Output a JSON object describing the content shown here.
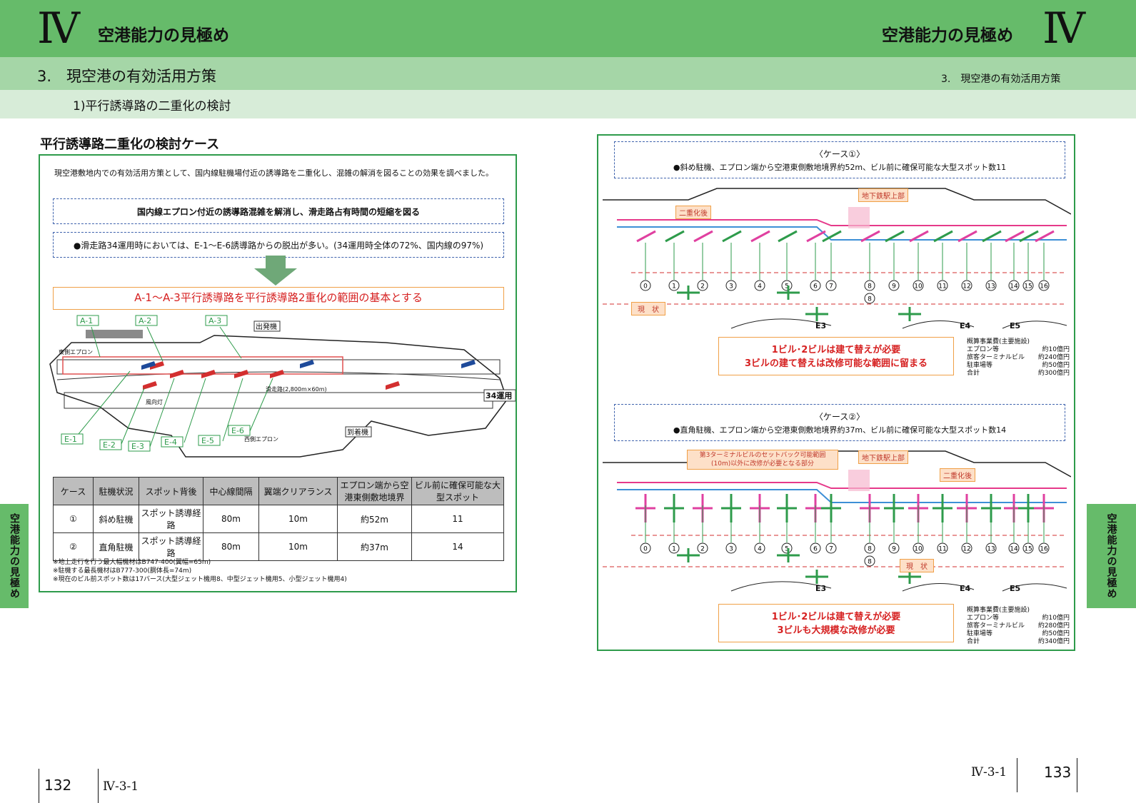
{
  "header": {
    "roman_left": "Ⅳ",
    "title_left": "空港能力の見極め",
    "title_right": "空港能力の見極め",
    "roman_right": "Ⅳ"
  },
  "section": {
    "title": "3.　現空港の有効活用方策",
    "title_right": "3.　現空港の有効活用方策"
  },
  "subsection": {
    "title": "1)平行誘導路の二重化の検討"
  },
  "side_tabs": {
    "left": "空港能力の見極め",
    "right": "空港能力の見極め"
  },
  "left": {
    "heading": "平行誘導路二重化の検討ケース",
    "intro": "現空港敷地内での有効活用方策として、国内線駐機場付近の誘導路を二重化し、混雑の解消を図ることの効果を調べました。",
    "goal": "国内線エプロン付近の誘導路混雑を解消し、滑走路占有時間の短縮を図る",
    "fact": "●滑走路34運用時においては、E-1～E-6誘導路からの脱出が多い。(34運用時全体の72%、国内線の97%)",
    "basis": "A-1～A-3平行誘導路を平行誘導路2重化の範囲の基本とする",
    "map": {
      "a1": "A-1",
      "a2": "A-2",
      "a3": "A-3",
      "e1": "E-1",
      "e2": "E-2",
      "e3": "E-3",
      "e4": "E-4",
      "e5": "E-5",
      "e6": "E-6",
      "departure": "出発機",
      "arrival": "到着機",
      "east_apron": "東側エプロン",
      "west_apron": "西側エプロン",
      "runway": "滑走路(2,800m×60m)",
      "op34": "34運用",
      "windsock": "風向灯"
    },
    "table": {
      "headers": [
        "ケース",
        "駐機状況",
        "スポット背後",
        "中心線間隔",
        "翼端クリアランス",
        "エプロン端から空港東側敷地境界",
        "ビル前に確保可能な大型スポット"
      ],
      "rows": [
        [
          "①",
          "斜め駐機",
          "スポット誘導経路",
          "80m",
          "10m",
          "約52m",
          "11"
        ],
        [
          "②",
          "直角駐機",
          "スポット誘導経路",
          "80m",
          "10m",
          "約37m",
          "14"
        ]
      ]
    },
    "notes": [
      "※地上走行を行う最大幅機材はB747-400(翼幅=65m)",
      "※駐機する最長機材はB777-300(胴体長=74m)",
      "※現在のビル前スポット数は17バース(大型ジェット機用8、中型ジェット機用5、小型ジェット機用4)"
    ]
  },
  "right": {
    "case1": {
      "title": "〈ケース①〉",
      "desc": "●斜め駐機、エプロン端から空港東側敷地境界約52m、ビル前に確保可能な大型スポット数11",
      "label_after": "二重化後",
      "label_subway": "地下鉄駅上部",
      "label_now": "現　状",
      "e3": "E3",
      "e4": "E4",
      "e5": "E5",
      "result": [
        "1ビル･2ビルは建て替えが必要",
        "3ビルの建て替えは改修可能な範囲に留まる"
      ],
      "cost": {
        "title": "概算事業費(主要施設)",
        "items": [
          [
            "エプロン等",
            "約10億円"
          ],
          [
            "旅客ターミナルビル",
            "約240億円"
          ],
          [
            "駐車場等",
            "約50億円"
          ],
          [
            "合計",
            "約300億円"
          ]
        ]
      }
    },
    "case2": {
      "title": "〈ケース②〉",
      "desc": "●直角駐機、エプロン端から空港東側敷地境界約37m、ビル前に確保可能な大型スポット数14",
      "label_setback": "第3ターミナルビルのセットバック可能範囲(10m)以外に改修が必要となる部分",
      "label_subway": "地下鉄駅上部",
      "label_after": "二重化後",
      "label_now": "現　状",
      "e3": "E3",
      "e4": "E4",
      "e5": "E5",
      "result": [
        "1ビル･2ビルは建て替えが必要",
        "3ビルも大規模な改修が必要"
      ],
      "cost": {
        "title": "概算事業費(主要施設)",
        "items": [
          [
            "エプロン等",
            "約10億円"
          ],
          [
            "旅客ターミナルビル",
            "約280億円"
          ],
          [
            "駐車場等",
            "約50億円"
          ],
          [
            "合計",
            "約340億円"
          ]
        ]
      }
    },
    "spots": [
      "0",
      "1",
      "2",
      "3",
      "4",
      "5",
      "6",
      "7",
      "8",
      "9",
      "10",
      "11",
      "12",
      "13",
      "14",
      "15",
      "16"
    ],
    "spot_extra": "8"
  },
  "footer": {
    "page_left": "132",
    "code_left": "Ⅳ-3-1",
    "code_right": "Ⅳ-3-1",
    "page_right": "133"
  }
}
